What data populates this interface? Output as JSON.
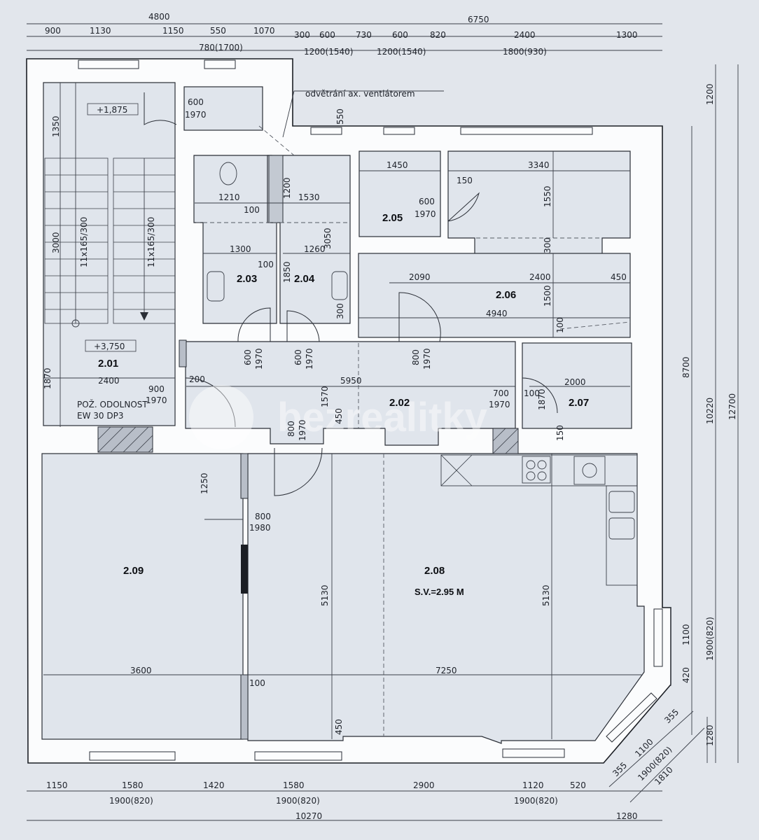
{
  "dims_top_row1": [
    "4800",
    "6750"
  ],
  "dims_top_row2": [
    "900",
    "1130",
    "1150",
    "550",
    "1070",
    "300",
    "600",
    "730",
    "600",
    "820",
    "2400",
    "1300"
  ],
  "dims_top_row3": [
    "780(1700)",
    "1200(1540)",
    "1200(1540)",
    "1800(930)"
  ],
  "dims_bottom_row1": [
    "1150",
    "1580",
    "1420",
    "1580",
    "2900",
    "1120",
    "520"
  ],
  "dims_bottom_row2": [
    "1900(820)",
    "1900(820)",
    "1900(820)"
  ],
  "dims_bottom_total": [
    "10270",
    "1280"
  ],
  "dims_right": [
    "1200",
    "8700",
    "10220",
    "12700",
    "1100",
    "420",
    "1900(820)",
    "1280"
  ],
  "dims_corner": [
    "355",
    "1100",
    "1900(820)",
    "1810",
    "355"
  ],
  "note_vent": "odvětrání ax. ventlátorem",
  "level_top": "+1,875",
  "level_mid": "+3,750",
  "fire_line1": "POŽ. ODOLNOST",
  "fire_line2": "EW 30 DP3",
  "stair_left": "11x165/300",
  "stair_right": "11x165/300",
  "ceiling_height": "S.V.=2.95 M",
  "watermark": "bezrealitky",
  "rooms": {
    "r201": "2.01",
    "r202": "2.02",
    "r203": "2.03",
    "r204": "2.04",
    "r205": "2.05",
    "r206": "2.06",
    "r207": "2.07",
    "r208": "2.08",
    "r209": "2.09"
  },
  "inner_dims": {
    "d_stair_1350": "1350",
    "d_stair_3000": "3000",
    "d_stair_1870": "1870",
    "d_2400": "2400",
    "d_600a": "600",
    "d_1970a": "1970",
    "d_550": "550",
    "d_1210": "1210",
    "d_1200": "1200",
    "d_1530": "1530",
    "d_100a": "100",
    "d_3050": "3050",
    "d_1300": "1300",
    "d_1260": "1260",
    "d_100b": "100",
    "d_1850": "1850",
    "d_300a": "300",
    "d_1450": "1450",
    "d_3340": "3340",
    "d_150a": "150",
    "d_600b": "600",
    "d_1970b": "1970",
    "d_1550": "1550",
    "d_300b": "300",
    "d_2090": "2090",
    "d_2400b": "2400",
    "d_450a": "450",
    "d_1500": "1500",
    "d_4940": "4940",
    "d_100c": "100",
    "d_600c": "600",
    "d_1970c": "1970",
    "d_600d": "600",
    "d_1970d": "1970",
    "d_800a": "800",
    "d_1970e": "1970",
    "d_200": "200",
    "d_5950": "5950",
    "d_900": "900",
    "d_1970f": "1970",
    "d_1570": "1570",
    "d_450b": "450",
    "d_700": "700",
    "d_1970g": "1970",
    "d_100d": "100",
    "d_1870b": "1870",
    "d_2000": "2000",
    "d_150b": "150",
    "d_800b": "800",
    "d_1970h": "1970",
    "d_1250": "1250",
    "d_800c": "800",
    "d_1980": "1980",
    "d_5130a": "5130",
    "d_5130b": "5130",
    "d_3600": "3600",
    "d_7250": "7250",
    "d_100e": "100",
    "d_450c": "450"
  }
}
